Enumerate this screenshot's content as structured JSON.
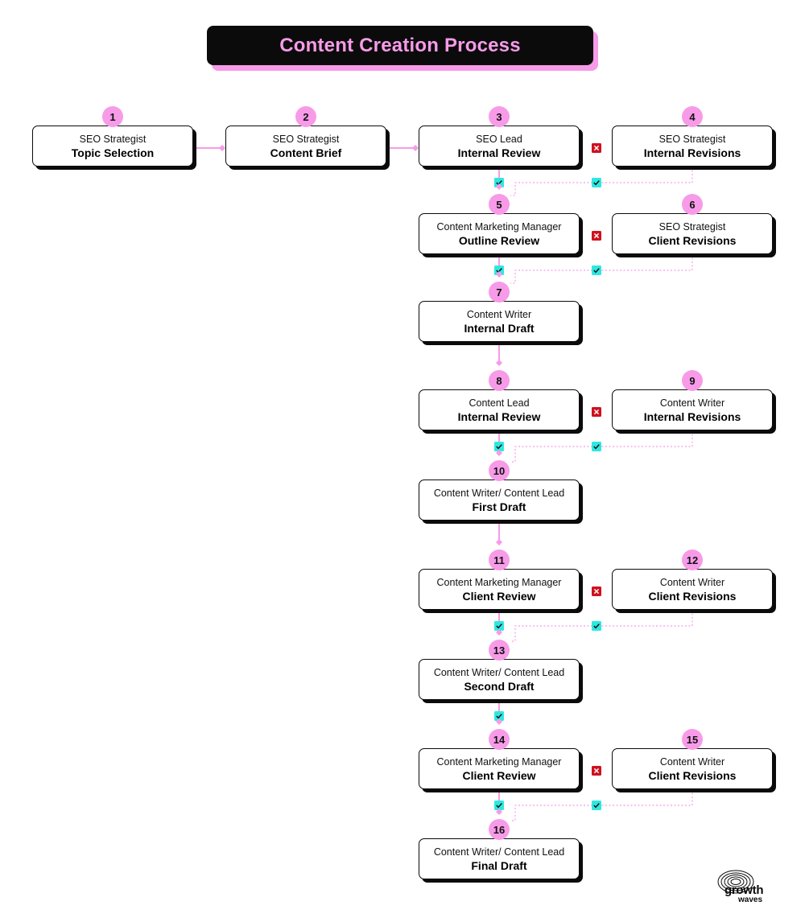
{
  "title": "Content Creation Process",
  "colors": {
    "accent_pink": "#f79be8",
    "approve_cyan": "#2ee8e0",
    "reject_red": "#d0101e",
    "ink": "#0b0b0b"
  },
  "steps": [
    {
      "num": "1",
      "role": "SEO Strategist",
      "task": "Topic Selection"
    },
    {
      "num": "2",
      "role": "SEO Strategist",
      "task": "Content Brief"
    },
    {
      "num": "3",
      "role": "SEO Lead",
      "task": "Internal Review"
    },
    {
      "num": "4",
      "role": "SEO Strategist",
      "task": "Internal Revisions"
    },
    {
      "num": "5",
      "role": "Content Marketing Manager",
      "task": "Outline Review"
    },
    {
      "num": "6",
      "role": "SEO Strategist",
      "task": "Client Revisions"
    },
    {
      "num": "7",
      "role": "Content Writer",
      "task": "Internal Draft"
    },
    {
      "num": "8",
      "role": "Content Lead",
      "task": "Internal Review"
    },
    {
      "num": "9",
      "role": "Content Writer",
      "task": "Internal Revisions"
    },
    {
      "num": "10",
      "role": "Content Writer/ Content Lead",
      "task": "First Draft"
    },
    {
      "num": "11",
      "role": "Content Marketing Manager",
      "task": "Client Review"
    },
    {
      "num": "12",
      "role": "Content Writer",
      "task": "Client Revisions"
    },
    {
      "num": "13",
      "role": "Content Writer/ Content Lead",
      "task": "Second Draft"
    },
    {
      "num": "14",
      "role": "Content Marketing Manager",
      "task": "Client Review"
    },
    {
      "num": "15",
      "role": "Content Writer",
      "task": "Client Revisions"
    },
    {
      "num": "16",
      "role": "Content Writer/ Content Lead",
      "task": "Final Draft"
    }
  ],
  "icons": {
    "approve": "check-icon",
    "reject": "x-icon"
  },
  "logo": {
    "line1": "growth",
    "line2": "waves"
  }
}
